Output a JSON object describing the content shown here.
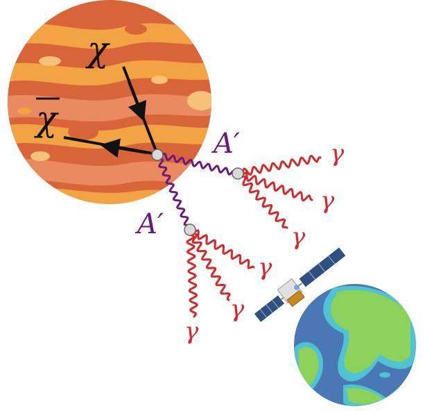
{
  "labels": {
    "chi": "χ",
    "chi_bar": "χ",
    "dark_photon_upper": "A′",
    "dark_photon_lower": "A′",
    "photons_upper": [
      "γ",
      "γ",
      "γ"
    ],
    "photons_lower": [
      "γ",
      "γ",
      "γ"
    ]
  },
  "colors": {
    "jupiter_base": "#d8643a",
    "jupiter_band_light": "#f2a444",
    "jupiter_band_pale": "#f6c27a",
    "jupiter_band_salmon": "#e98a60",
    "dark_photon": "#6a1b7a",
    "photon": "#d62828",
    "fermion_line": "#111111",
    "vertex": "#d9d9d9",
    "earth_ocean": "#4a78b4",
    "earth_shallow": "#4fc3d3",
    "earth_land": "#8bd15a",
    "satellite_panel": "#2f4f80"
  },
  "icons": {
    "planet_source": "jupiter-icon",
    "observer_planet": "earth-icon",
    "telescope": "satellite-icon"
  }
}
